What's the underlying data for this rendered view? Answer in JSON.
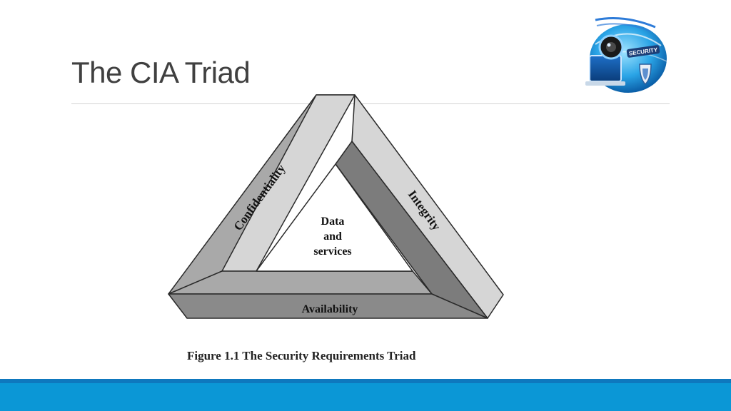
{
  "slide": {
    "title": "The CIA Triad",
    "caption": "Figure 1.1  The Security Requirements Triad"
  },
  "diagram": {
    "center_lines": [
      "Data",
      "and",
      "services"
    ],
    "left_side": "Confidentiality",
    "right_side": "Integrity",
    "bottom_side": "Availability"
  },
  "logo": {
    "label": "SECURITY"
  },
  "colors": {
    "bottom_bar": "#0b97d6",
    "bottom_bar_dark": "#0e78be",
    "face_light": "#d6d6d6",
    "face_mid": "#9a9a9a",
    "face_dark": "#6e6e6e"
  }
}
